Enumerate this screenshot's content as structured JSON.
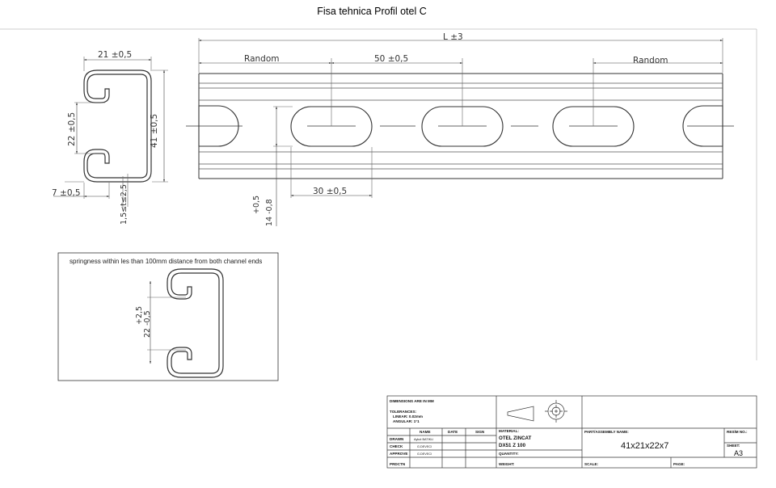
{
  "title": "Fisa tehnica Profil otel C",
  "section_view": {
    "dim_width": "21 ±0,5",
    "dim_opening": "22 ±0,5",
    "dim_height": "41 ±0,5",
    "dim_lip": "7 ±0,5",
    "dim_thickness": "1,5≤t≤2,5"
  },
  "side_view": {
    "dim_length": "L ±3",
    "dim_random_left": "Random",
    "dim_random_right": "Random",
    "dim_pitch": "50 ±0,5",
    "dim_slot_length": "30 ±0,5",
    "dim_slot_width_tol": "+0,5",
    "dim_slot_width": "14 -0,8"
  },
  "springness_note": {
    "text": "springness within les than 100mm distance from both channel ends",
    "dim_tol": "+2,5",
    "dim_value": "22 -0,5"
  },
  "title_block": {
    "dims_note": "DIMENSIONS ARE IN MM",
    "tolerances_label": "TOLERANCES:",
    "linear": "LINEAR: 0.02mm",
    "angular": "ANGULAR: 1°1",
    "col_name": "NAME",
    "col_date": "DATE",
    "col_sign": "SIGN",
    "rows": [
      {
        "label": "DRAWN",
        "name": "Aykut BATIKLI"
      },
      {
        "label": "CHECK",
        "name": "G.DEVECI"
      },
      {
        "label": "APPROVE",
        "name": "G.DEVECI"
      },
      {
        "label": "PRDCTN",
        "name": ""
      }
    ],
    "material_label": "MATERIAL:",
    "material_line1": "OTEL ZINCAT",
    "material_line2": "DX51 Z 100",
    "quantity_label": "QUANTITY:",
    "weight_label": "WEIGHT:",
    "part_label": "PART/ASSEMBLY NAME:",
    "part_value": "41x21x22x7",
    "drawing_no_label": "RESİM NO.:",
    "sheet_label": "SHEET:",
    "sheet_value": "A3",
    "scale_label": "SCALE:",
    "page_label": "PAGE:"
  }
}
